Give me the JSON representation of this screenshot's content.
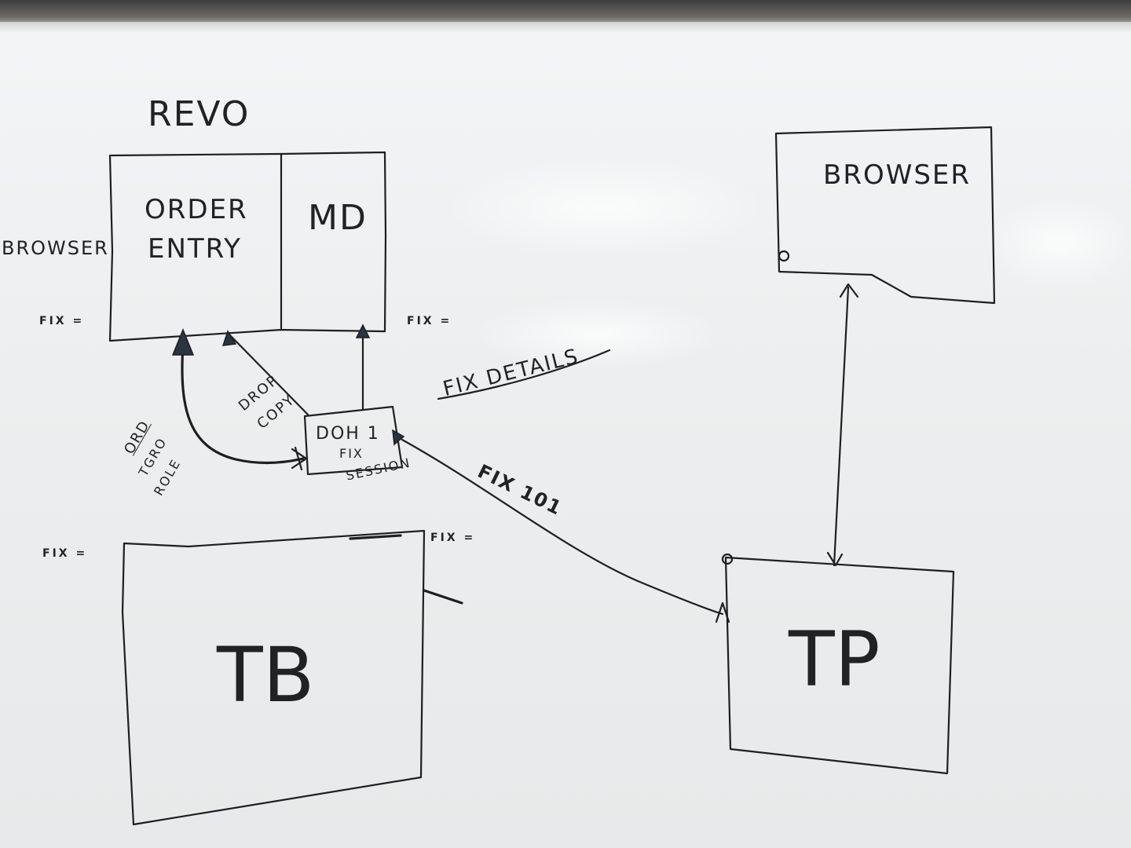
{
  "whiteboard": {
    "revo": {
      "title": "REVO",
      "order_entry_line1": "ORDER",
      "order_entry_line2": "ENTRY",
      "md": "MD"
    },
    "browser_left": "BROWSER",
    "browser_right": "BROWSER",
    "fix_labels": {
      "revo_left": "FIX =",
      "revo_right": "FIX =",
      "tb_left": "FIX =",
      "tb_right": "FIX ="
    },
    "drop_copy_line1": "DROP",
    "drop_copy_line2": "COPY",
    "ord_line1": "ORD",
    "ord_line2": "TGRO",
    "ord_line3": "ROLE",
    "doh_session_line1": "DOH 1",
    "doh_session_line2": "FIX",
    "doh_session_line3": "SESSION",
    "fix_details": "FIX DETAILS",
    "fix_101": "FIX 101",
    "tb": "TB",
    "tp": "TP"
  },
  "colors": {
    "ink": "#1d1f21",
    "arrow_fill": "#2b3440",
    "board": "#eceeef"
  }
}
